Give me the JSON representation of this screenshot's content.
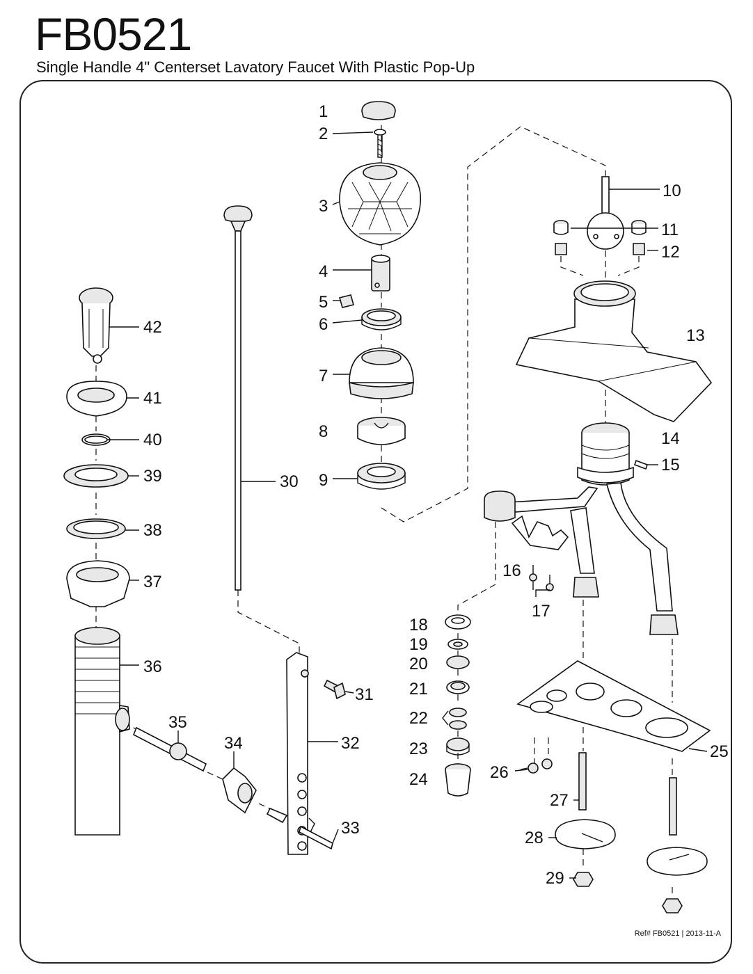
{
  "header": {
    "model": "FB0521",
    "subtitle": "Single Handle 4\" Centerset Lavatory Faucet With Plastic Pop-Up"
  },
  "footer": {
    "ref": "Ref# FB0521 | 2013-11-A"
  },
  "parts": [
    {
      "no": "1"
    },
    {
      "no": "2"
    },
    {
      "no": "3"
    },
    {
      "no": "4"
    },
    {
      "no": "5"
    },
    {
      "no": "6"
    },
    {
      "no": "7"
    },
    {
      "no": "8"
    },
    {
      "no": "9"
    },
    {
      "no": "10"
    },
    {
      "no": "11"
    },
    {
      "no": "12"
    },
    {
      "no": "13"
    },
    {
      "no": "14"
    },
    {
      "no": "15"
    },
    {
      "no": "16"
    },
    {
      "no": "17"
    },
    {
      "no": "18"
    },
    {
      "no": "19"
    },
    {
      "no": "20"
    },
    {
      "no": "21"
    },
    {
      "no": "22"
    },
    {
      "no": "23"
    },
    {
      "no": "24"
    },
    {
      "no": "25"
    },
    {
      "no": "26"
    },
    {
      "no": "27"
    },
    {
      "no": "28"
    },
    {
      "no": "29"
    },
    {
      "no": "30"
    },
    {
      "no": "31"
    },
    {
      "no": "32"
    },
    {
      "no": "33"
    },
    {
      "no": "34"
    },
    {
      "no": "35"
    },
    {
      "no": "36"
    },
    {
      "no": "37"
    },
    {
      "no": "38"
    },
    {
      "no": "39"
    },
    {
      "no": "40"
    },
    {
      "no": "41"
    },
    {
      "no": "42"
    }
  ]
}
